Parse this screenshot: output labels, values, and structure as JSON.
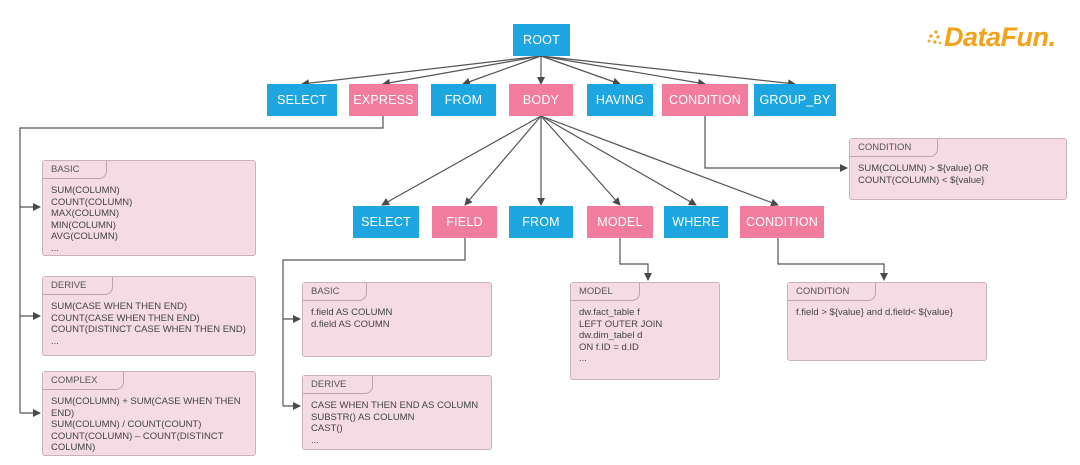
{
  "logo": {
    "text": "DataFun.",
    "color": "#f2a21b"
  },
  "colors": {
    "blue": "#1ea6e0",
    "pink": "#f27c9e",
    "card": "#f5dbe3",
    "edge": "#555555"
  },
  "nodes": {
    "root": "ROOT",
    "select1": "SELECT",
    "express": "EXPRESS",
    "from1": "FROM",
    "body": "BODY",
    "having": "HAVING",
    "condition1": "CONDITION",
    "group_by": "GROUP_BY",
    "select2": "SELECT",
    "field": "FIELD",
    "from2": "FROM",
    "model": "MODEL",
    "where": "WHERE",
    "condition2": "CONDITION"
  },
  "cards": {
    "express_basic": {
      "title": "BASIC",
      "lines": [
        "SUM(COLUMN)",
        "COUNT(COLUMN)",
        "MAX(COLUMN)",
        "MIN(COLUMN)",
        "AVG(COLUMN)",
        "..."
      ]
    },
    "express_derive": {
      "title": "DERIVE",
      "lines": [
        "SUM(CASE WHEN THEN END)",
        "COUNT(CASE WHEN THEN END)",
        "COUNT(DISTINCT CASE WHEN THEN END)",
        "..."
      ]
    },
    "express_complex": {
      "title": "COMPLEX",
      "lines": [
        "SUM(COLUMN) + SUM(CASE WHEN THEN END)",
        "SUM(COLUMN) / COUNT(COUNT)",
        "COUNT(COLUMN) – COUNT(DISTINCT COLUMN)"
      ]
    },
    "having_condition": {
      "title": "CONDITION",
      "lines": [
        "SUM(COLUMN) > ${value} OR",
        "COUNT(COLUMN) < ${value}"
      ]
    },
    "field_basic": {
      "title": "BASIC",
      "lines": [
        "f.field AS COLUMN",
        "d.field AS COUMN"
      ]
    },
    "field_derive": {
      "title": "DERIVE",
      "lines": [
        "CASE WHEN THEN END AS COLUMN",
        "SUBSTR() AS COLUMN",
        "CAST()",
        "..."
      ]
    },
    "model": {
      "title": "MODEL",
      "lines": [
        "dw.fact_table f",
        "LEFT OUTER JOIN",
        "dw.dim_tabel d",
        "ON f.ID = d.ID",
        "..."
      ]
    },
    "where_condition": {
      "title": "CONDITION",
      "lines": [
        "f.field > ${value} and d.field< ${value}"
      ]
    }
  }
}
